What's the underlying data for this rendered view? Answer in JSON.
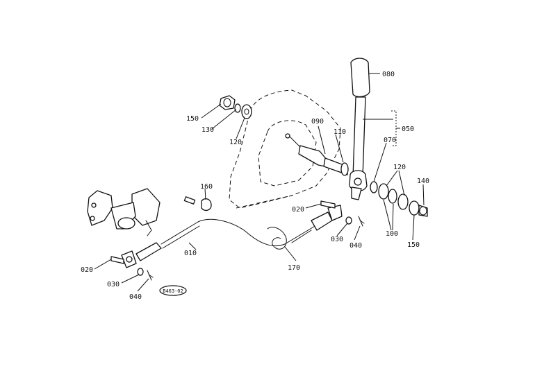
{
  "parts": {
    "p010": "010",
    "p020a": "020",
    "p020b": "020",
    "p030a": "030",
    "p030b": "030",
    "p040a": "040",
    "p040b": "040",
    "p050": "050",
    "p070": "070",
    "p080": "080",
    "p090": "090",
    "p100": "100",
    "p110": "110",
    "p120a": "120",
    "p120b": "120",
    "p130": "130",
    "p140": "140",
    "p150a": "150",
    "p150b": "150",
    "p160": "160",
    "p170": "170"
  },
  "figure_code": "B463-02"
}
